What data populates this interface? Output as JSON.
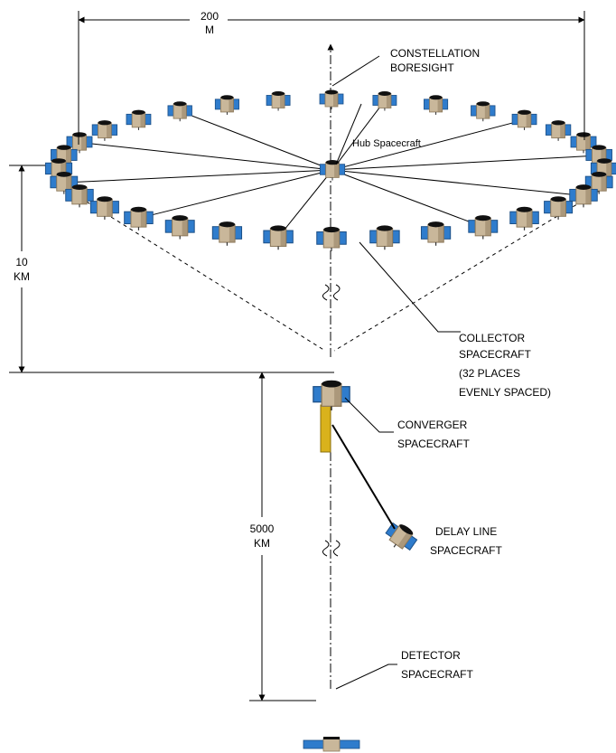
{
  "labels": {
    "width_value": "200",
    "width_unit": "M",
    "boresight_line1": "CONSTELLATION",
    "boresight_line2": "BORESIGHT",
    "hub": "Hub Spacecraft",
    "height1_value": "10",
    "height1_unit": "KM",
    "collector_line1": "COLLECTOR",
    "collector_line2": "SPACECRAFT",
    "collector_line3": "(32 PLACES",
    "collector_line4": "EVENLY SPACED)",
    "converger_line1": "CONVERGER",
    "converger_line2": "SPACECRAFT",
    "height2_value": "5000",
    "height2_unit": "KM",
    "delay_line1": "DELAY LINE",
    "delay_line2": "SPACECRAFT",
    "detector_line1": "DETECTOR",
    "detector_line2": "SPACECRAFT"
  },
  "spacecraft": {
    "collector_count": 32,
    "colors": {
      "body": "#c9b79a",
      "body_shade": "#8e7a5c",
      "panel": "#2f7ccc",
      "panel_dark": "#1c4f86",
      "top": "#111111",
      "boom": "#d9b21c"
    }
  }
}
